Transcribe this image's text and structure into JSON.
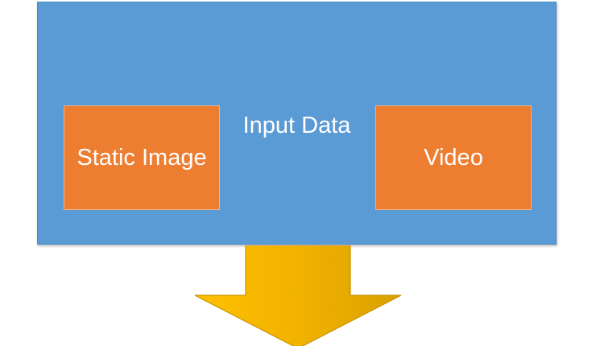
{
  "diagram": {
    "panel": {
      "label": "Input Data",
      "fill_color": "#5b9bd5"
    },
    "boxes": [
      {
        "id": "static-image",
        "label": "Static Image",
        "fill_color": "#ed7d31"
      },
      {
        "id": "video",
        "label": "Video",
        "fill_color": "#ed7d31"
      }
    ],
    "arrow": {
      "direction": "down",
      "fill_color": "#f0b400"
    }
  }
}
